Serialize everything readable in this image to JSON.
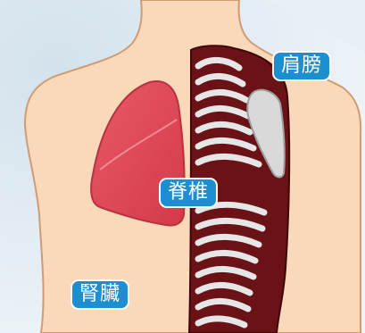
{
  "labels": {
    "shoulder": "肩膀",
    "spine": "脊椎",
    "kidney": "腎臟"
  },
  "colors": {
    "background": "#dde9f1",
    "skin": "#fad9bb",
    "skin_outline": "#d09b74",
    "lung": "#e04a57",
    "spine_tissue": "#6a1216",
    "rib": "#e6e6e6",
    "shoulder_blade": "#d9d9d9",
    "label": "#1d8fd0"
  }
}
